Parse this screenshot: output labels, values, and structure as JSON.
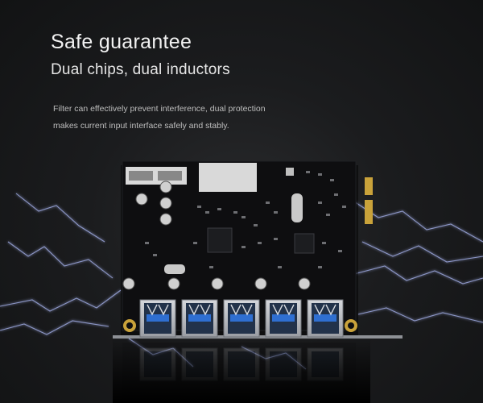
{
  "heading": {
    "title": "Safe guarantee",
    "subtitle": "Dual chips, dual inductors"
  },
  "description": {
    "lines": [
      "Filter can effectively prevent interference, dual protection",
      "makes current input interface safely and stably."
    ]
  },
  "product": {
    "usb_port_count": 5
  },
  "colors": {
    "background": "#1b1c1e",
    "board": "#0e0e10",
    "usb_port": "#b9bcc2",
    "usb_tongue": "#2f6fd1",
    "gold_contact": "#c9a23a",
    "lightning": "#aab9ff"
  }
}
